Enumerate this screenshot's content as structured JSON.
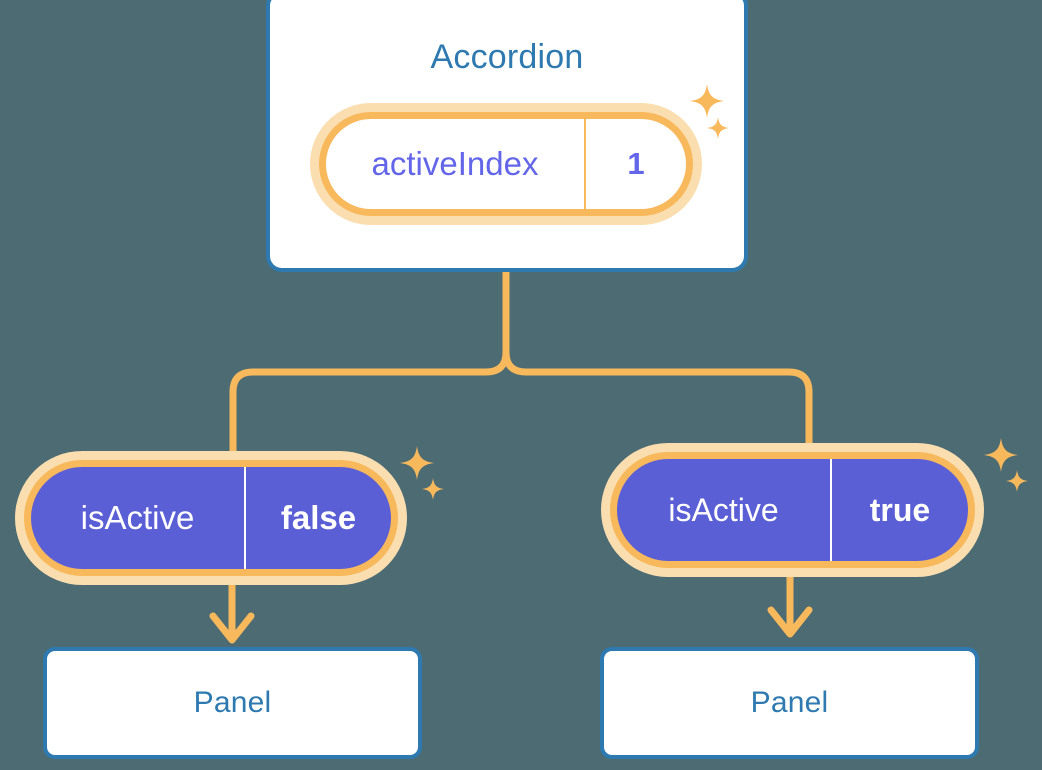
{
  "diagram": {
    "type": "component-state-tree",
    "background_color": "#4d6b73",
    "accent_orange": "#f8b85c",
    "accent_orange_soft": "#fbdeb0",
    "accent_blue": "#2e7ab0",
    "accent_purple": "#5b5fd6",
    "purple_text": "#6366e8"
  },
  "root": {
    "title": "Accordion",
    "state": {
      "key": "activeIndex",
      "value": "1"
    }
  },
  "branches": [
    {
      "prop": {
        "key": "isActive",
        "value": "false"
      },
      "child": {
        "title": "Panel"
      }
    },
    {
      "prop": {
        "key": "isActive",
        "value": "true"
      },
      "child": {
        "title": "Panel"
      }
    }
  ],
  "decorations": {
    "sparkle_icon": "sparkle-icon",
    "arrow_icon": "arrow-down-icon",
    "connector_icon": "tree-connector"
  }
}
